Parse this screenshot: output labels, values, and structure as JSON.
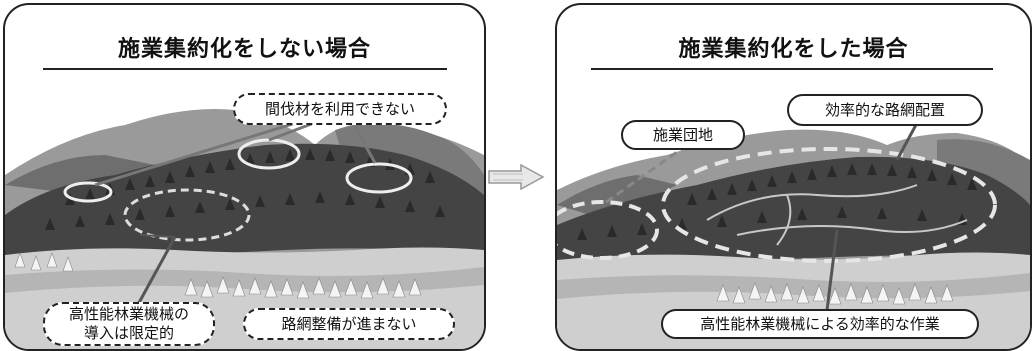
{
  "left_panel": {
    "title": "施業集約化をしない場合",
    "callouts": {
      "thinned_wood": "間伐材を利用できない",
      "machines": "高性能林業機械の\n導入は限定的",
      "roads": "路網整備が進まない"
    }
  },
  "right_panel": {
    "title": "施業集約化をした場合",
    "callouts": {
      "group": "施業団地",
      "network": "効率的な路網配置",
      "work": "高性能林業機械による効率的な作業"
    }
  },
  "colors": {
    "border": "#222222",
    "mountain_far": "#8e8e8e",
    "mountain_near": "#5f5f5f",
    "forest": "#3d3d3d",
    "ground": "#cfcfcf",
    "white_trees": "#f2f2f2"
  }
}
